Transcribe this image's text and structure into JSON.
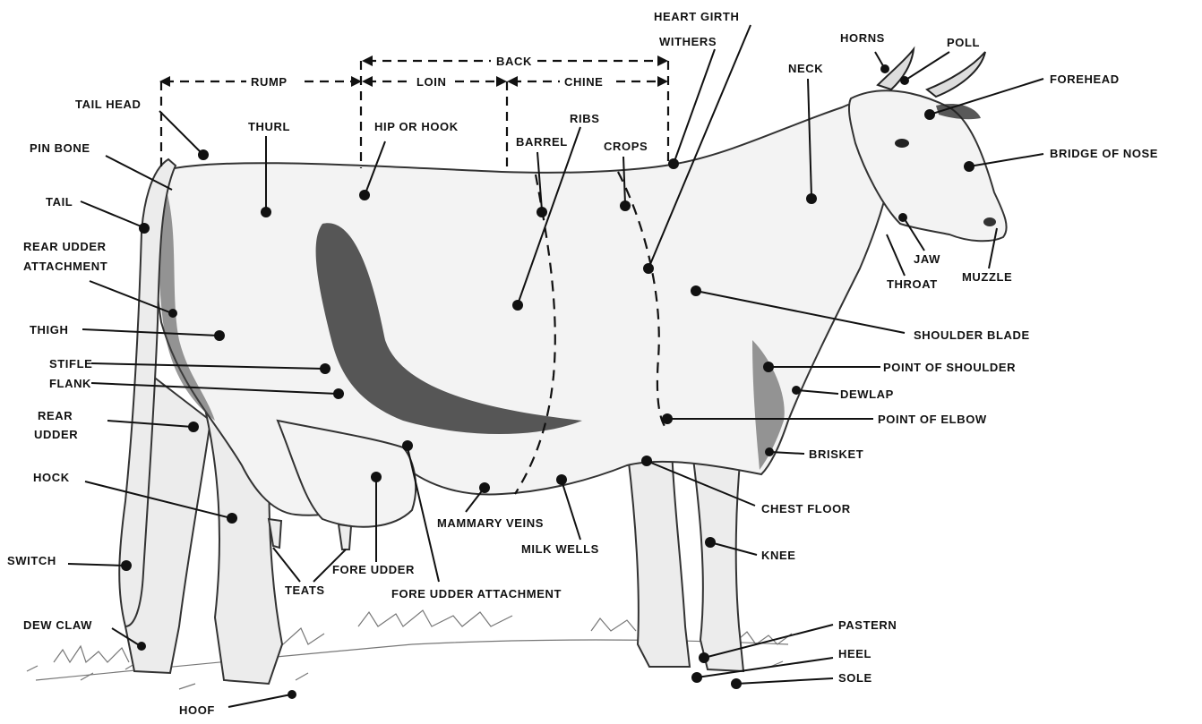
{
  "labels": {
    "heart_girth": "HEART GIRTH",
    "withers": "WITHERS",
    "horns": "HORNS",
    "poll": "POLL",
    "forehead": "FOREHEAD",
    "bridge_of_nose": "BRIDGE OF NOSE",
    "neck": "NECK",
    "jaw": "JAW",
    "throat": "THROAT",
    "muzzle": "MUZZLE",
    "shoulder_blade": "SHOULDER BLADE",
    "point_of_shoulder": "POINT OF SHOULDER",
    "dewlap": "DEWLAP",
    "point_of_elbow": "POINT OF ELBOW",
    "brisket": "BRISKET",
    "chest_floor": "CHEST FLOOR",
    "knee": "KNEE",
    "pastern": "PASTERN",
    "heel": "HEEL",
    "sole": "SOLE",
    "tail_head": "TAIL HEAD",
    "pin_bone": "PIN BONE",
    "tail": "TAIL",
    "rear_udder_attachment_1": "REAR UDDER",
    "rear_udder_attachment_2": "ATTACHMENT",
    "thigh": "THIGH",
    "stifle": "STIFLE",
    "flank": "FLANK",
    "rear_udder_1": "REAR",
    "rear_udder_2": "UDDER",
    "hock": "HOCK",
    "switch": "SWITCH",
    "dew_claw": "DEW CLAW",
    "hoof": "HOOF",
    "thurl": "THURL",
    "hip_or_hook": "HIP OR HOOK",
    "barrel": "BARREL",
    "ribs": "RIBS",
    "crops": "CROPS",
    "rump": "RUMP",
    "loin": "LOIN",
    "back": "BACK",
    "chine": "CHINE",
    "mammary_veins": "MAMMARY VEINS",
    "milk_wells": "MILK WELLS",
    "teats": "TEATS",
    "fore_udder": "FORE UDDER",
    "fore_udder_attachment": "FORE UDDER ATTACHMENT"
  }
}
